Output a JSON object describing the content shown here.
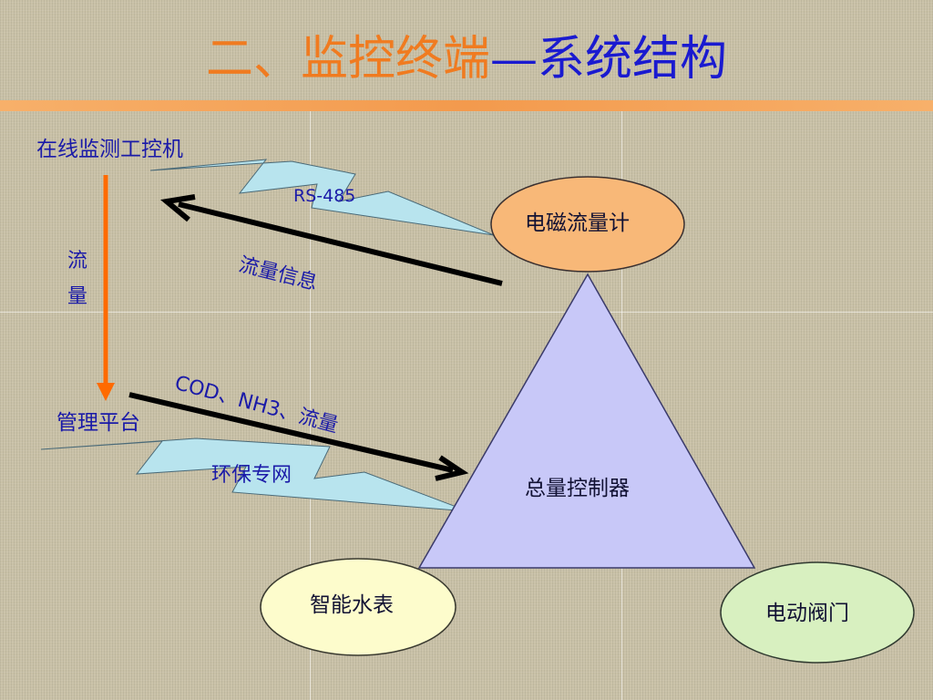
{
  "title": {
    "part1": "二、监控终端",
    "part2": "—系统结构"
  },
  "colors": {
    "title_orange": "#f07b20",
    "title_blue": "#1a1ad0",
    "flow_arrow": "#ff6a00",
    "bolt_fill": "#b8e4ee",
    "meter_fill": "#f8b878",
    "triangle_fill": "#c8c8f8",
    "water_meter_fill": "#fdfccc",
    "valve_fill": "#d8f0c0",
    "label_text": "#1a1aa8"
  },
  "nodes": {
    "ipc": "在线监测工控机",
    "platform": "管理平台",
    "flowmeter": "电磁流量计",
    "controller": "总量控制器",
    "watermeter": "智能水表",
    "valve": "电动阀门"
  },
  "links": {
    "rs485": "RS-485",
    "flow_info": "流量信息",
    "cod": "COD、NH3、流量",
    "env_net": "环保专网",
    "flow_char1": "流",
    "flow_char2": "量"
  }
}
